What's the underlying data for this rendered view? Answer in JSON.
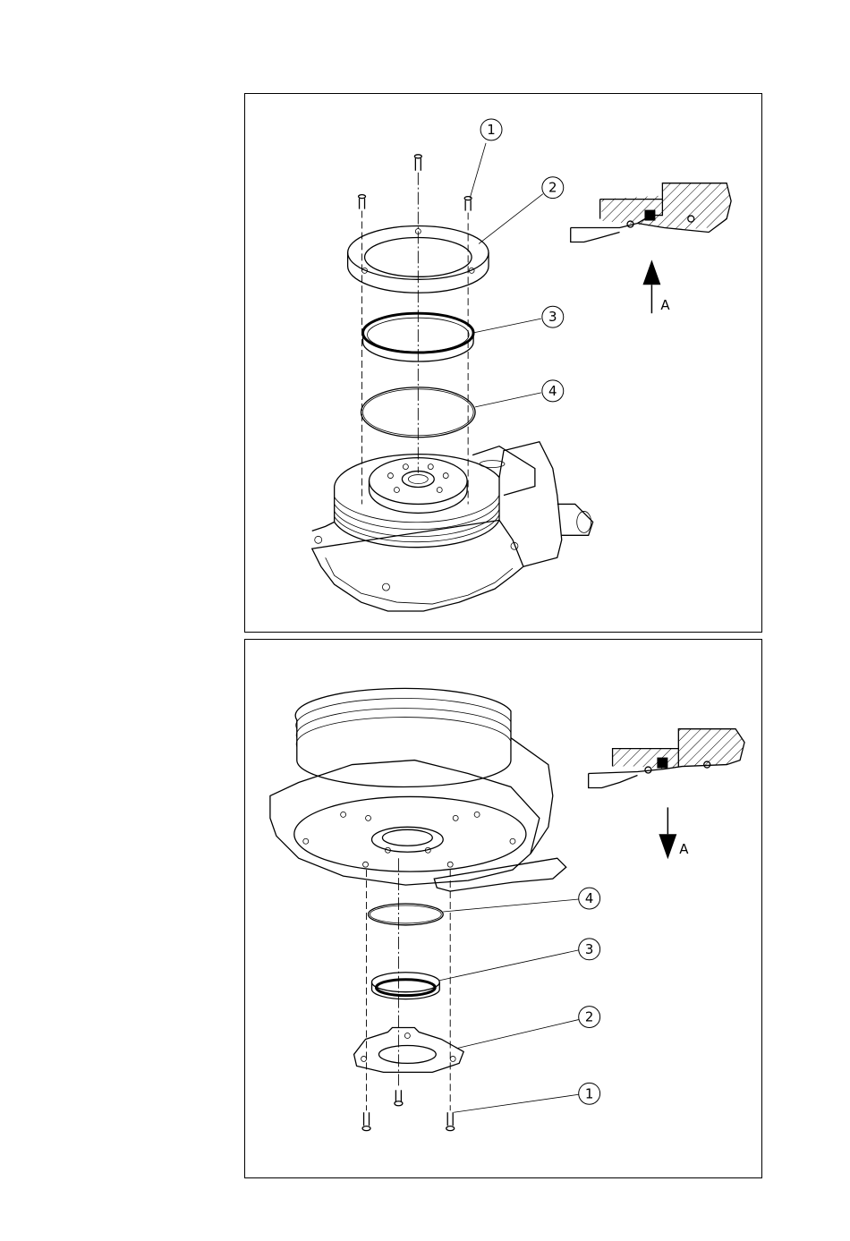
{
  "top_panel": {
    "callouts": [
      "1",
      "2",
      "3",
      "4"
    ],
    "view_label": "A"
  },
  "bottom_panel": {
    "callouts": [
      "4",
      "3",
      "2",
      "1"
    ],
    "view_label": "A"
  }
}
